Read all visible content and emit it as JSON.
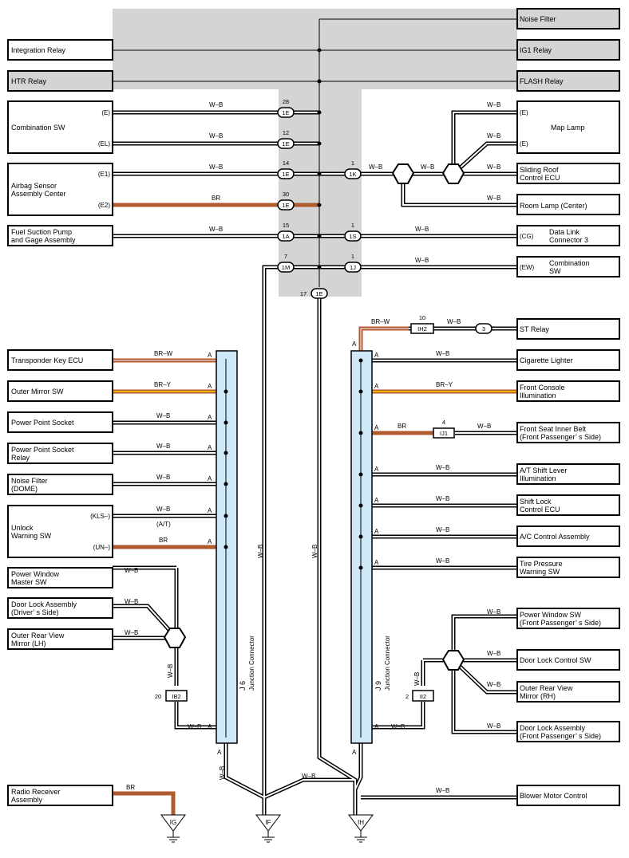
{
  "colors": {
    "wire_wb": "#000000",
    "wire_br": "#b05a30",
    "wire_brw_stripe": "#ffffff",
    "wire_bry_stripe": "#f0b400",
    "shaded_area": "#d4d4d4",
    "junction_connector": "#cfe8f7"
  },
  "components": {
    "noise_filter": "Noise Filter",
    "integration_relay": "Integration Relay",
    "ig1_relay": "IG1 Relay",
    "htr_relay": "HTR Relay",
    "flash_relay": "FLASH Relay",
    "combination_sw": "Combination SW",
    "map_lamp": "Map Lamp",
    "airbag_sensor_l1": "Airbag Sensor",
    "airbag_sensor_l2": "Assembly Center",
    "sliding_roof_l1": "Sliding Roof",
    "sliding_roof_l2": "Control ECU",
    "room_lamp": "Room Lamp (Center)",
    "fuel_pump_l1": "Fuel Suction Pump",
    "fuel_pump_l2": "and Gage Assembly",
    "dlc3_l1": "Data Link",
    "dlc3_l2": "Connector 3",
    "combination_sw_r_l1": "Combination",
    "combination_sw_r_l2": "SW",
    "st_relay": "ST Relay",
    "transponder_key_ecu": "Transponder Key ECU",
    "cigarette_lighter": "Cigarette Lighter",
    "outer_mirror_sw": "Outer Mirror SW",
    "front_console_l1": "Front Console",
    "front_console_l2": "Illumination",
    "power_point_socket": "Power Point Socket",
    "ppsr_l1": "Power Point Socket",
    "ppsr_l2": "Relay",
    "front_seat_belt_l1": "Front Seat Inner Belt",
    "front_seat_belt_l2": "(Front Passenger’ s Side)",
    "noise_filter_dome_l1": "Noise Filter",
    "noise_filter_dome_l2": "(DOME)",
    "at_shift_l1": "A/T Shift Lever",
    "at_shift_l2": "Illumination",
    "shift_lock_l1": "Shift Lock",
    "shift_lock_l2": "Control ECU",
    "unlock_warning_l1": "Unlock",
    "unlock_warning_l2": "Warning SW",
    "ac_control": "A/C Control Assembly",
    "tire_pressure_l1": "Tire Pressure",
    "tire_pressure_l2": "Warning SW",
    "pw_master_l1": "Power Window",
    "pw_master_l2": "Master SW",
    "door_lock_drv_l1": "Door Lock Assembly",
    "door_lock_drv_l2": "(Driver’ s Side)",
    "pw_sw_fp_l1": "Power Window SW",
    "pw_sw_fp_l2": "(Front Passenger’ s Side)",
    "outer_mirror_lh_l1": "Outer Rear View",
    "outer_mirror_lh_l2": "Mirror (LH)",
    "door_lock_control_sw": "Door Lock Control SW",
    "outer_mirror_rh_l1": "Outer Rear View",
    "outer_mirror_rh_l2": "Mirror (RH)",
    "door_lock_fp_l1": "Door Lock Assembly",
    "door_lock_fp_l2": "(Front Passenger’ s Side)",
    "radio_l1": "Radio Receiver",
    "radio_l2": "Assembly",
    "blower_motor_control": "Blower Motor Control",
    "j6_l1": "J 6",
    "j6_l2": "Junction Connector",
    "j9_l1": "J 9",
    "j9_l2": "Junction Connector"
  },
  "terminals": {
    "e": "(E)",
    "el": "(EL)",
    "e1": "(E1)",
    "e2": "(E2)",
    "cg": "(CG)",
    "ew": "(EW)",
    "kls": "(KLS–)",
    "un": "(UN–)",
    "at": "(A/T)",
    "a": "A"
  },
  "wire_labels": {
    "wb": "W–B",
    "br": "BR",
    "brw": "BR–W",
    "bry": "BR–Y"
  },
  "connectors": {
    "c1e": "1E",
    "c1k": "1K",
    "c1a": "1A",
    "c1s": "1S",
    "c1m": "1M",
    "c1j": "1J",
    "ih2": "IH2",
    "ij1": "IJ1",
    "ib2": "IB2",
    "ii2": "II2",
    "c3": "3"
  },
  "pins": {
    "p28": "28",
    "p12": "12",
    "p14": "14",
    "p30": "30",
    "p15": "15",
    "p7": "7",
    "p1": "1",
    "p17": "17",
    "p10": "10",
    "p4": "4",
    "p20": "20",
    "p2": "2"
  },
  "grounds": {
    "ig": "IG",
    "if": "IF",
    "ih": "IH"
  }
}
